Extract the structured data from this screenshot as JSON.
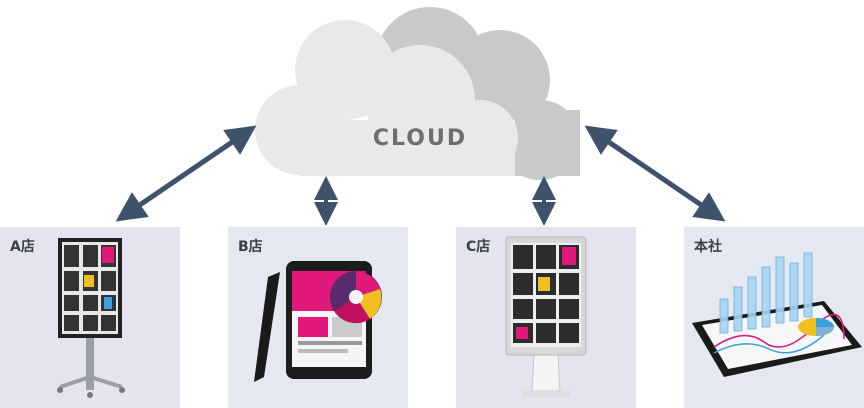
{
  "cloud": {
    "label": "CLOUD"
  },
  "locations": [
    {
      "label": "A店",
      "color": "#e3e4ef"
    },
    {
      "label": "B店",
      "color": "#e4e9f1"
    },
    {
      "label": "C店",
      "color": "#e3e4ef"
    },
    {
      "label": "本社",
      "color": "#e4e9f1"
    }
  ],
  "colors": {
    "arrow": "#3f526b",
    "cloud_light": "#e9e9ea",
    "cloud_dark": "#c9c9cb",
    "cloud_text": "#6e6e70"
  }
}
